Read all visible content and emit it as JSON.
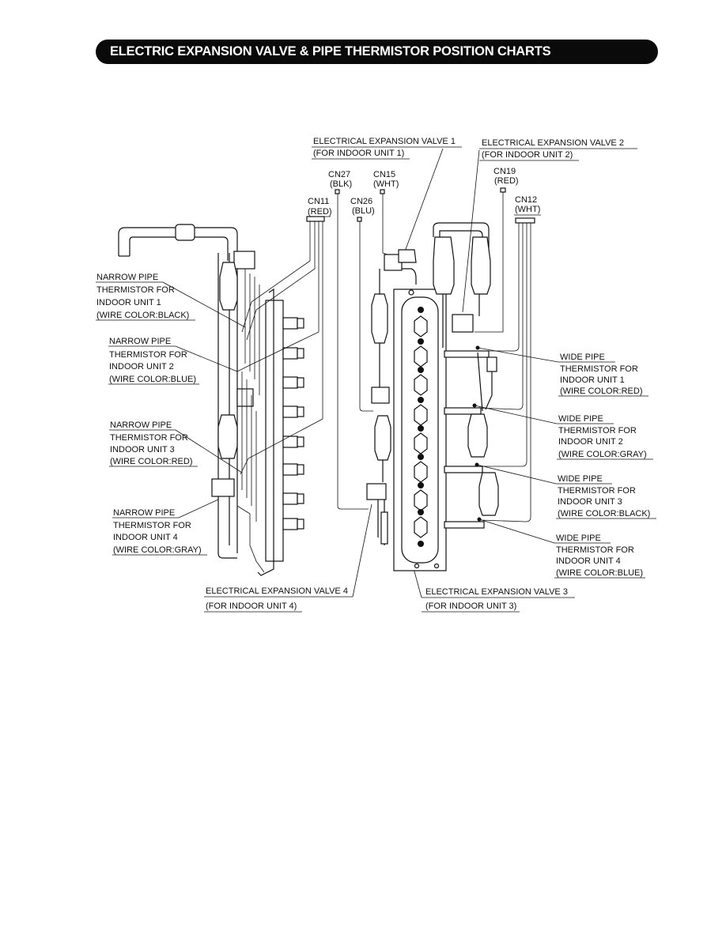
{
  "header": {
    "title": "ELECTRIC EXPANSION VALVE & PIPE THERMISTOR POSITION CHARTS"
  },
  "connectors": [
    {
      "id": "cn11",
      "name": "CN11",
      "color": "(RED)"
    },
    {
      "id": "cn27",
      "name": "CN27",
      "color": "(BLK)"
    },
    {
      "id": "cn15",
      "name": "CN15",
      "color": "(WHT)"
    },
    {
      "id": "cn26",
      "name": "CN26",
      "color": "(BLU)"
    },
    {
      "id": "cn19",
      "name": "CN19",
      "color": "(RED)"
    },
    {
      "id": "cn12",
      "name": "CN12",
      "color": "(WHT)"
    }
  ],
  "valves": {
    "v1": {
      "line1": "ELECTRICAL EXPANSION VALVE 1",
      "line2": "(FOR INDOOR UNIT 1)"
    },
    "v2": {
      "line1": "ELECTRICAL EXPANSION VALVE 2",
      "line2": "(FOR INDOOR UNIT 2)"
    },
    "v3": {
      "line1": "ELECTRICAL EXPANSION VALVE 3",
      "line2": "(FOR INDOOR UNIT 3)"
    },
    "v4": {
      "line1": "ELECTRICAL EXPANSION VALVE 4",
      "line2": "(FOR INDOOR UNIT 4)"
    }
  },
  "narrow": [
    {
      "l1": "NARROW PIPE",
      "l2": "THERMISTOR FOR",
      "l3": "INDOOR UNIT 1",
      "l4": "(WIRE COLOR:BLACK)"
    },
    {
      "l1": "NARROW PIPE",
      "l2": "THERMISTOR FOR",
      "l3": "INDOOR UNIT 2",
      "l4": "(WIRE COLOR:BLUE)"
    },
    {
      "l1": "NARROW PIPE",
      "l2": "THERMISTOR FOR",
      "l3": "INDOOR UNIT 3",
      "l4": "(WIRE COLOR:RED)"
    },
    {
      "l1": "NARROW PIPE",
      "l2": "THERMISTOR FOR",
      "l3": "INDOOR UNIT 4",
      "l4": "(WIRE COLOR:GRAY)"
    }
  ],
  "wide": [
    {
      "l1": "WIDE PIPE",
      "l2": "THERMISTOR FOR",
      "l3": "INDOOR UNIT 1",
      "l4": "(WIRE COLOR:RED)"
    },
    {
      "l1": "WIDE PIPE",
      "l2": "THERMISTOR FOR",
      "l3": "INDOOR UNIT 2",
      "l4": "(WIRE COLOR:GRAY)"
    },
    {
      "l1": "WIDE PIPE",
      "l2": "THERMISTOR FOR",
      "l3": "INDOOR UNIT 3",
      "l4": "(WIRE COLOR:BLACK)"
    },
    {
      "l1": "WIDE PIPE",
      "l2": "THERMISTOR FOR",
      "l3": "INDOOR UNIT 4",
      "l4": "(WIRE COLOR:BLUE)"
    }
  ]
}
